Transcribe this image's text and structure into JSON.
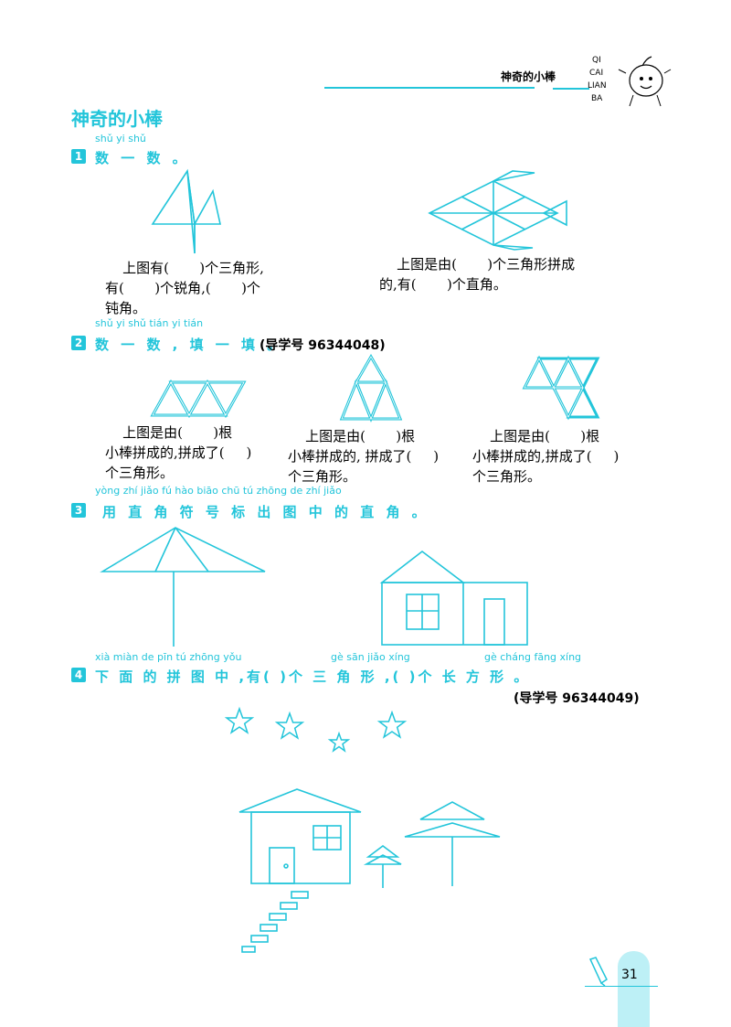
{
  "header": {
    "title": "神奇的小棒",
    "logo_lines": [
      "QI",
      "CAI",
      "LIAN",
      "BA"
    ]
  },
  "section_title": "神奇的小棒",
  "questions": [
    {
      "num": "1",
      "pinyin": "shǔ yi shǔ",
      "text": "数 一 数 。",
      "left_text": "    上图有(       )个三角形,\n有(       )个锐角,(       )个\n钝角。",
      "right_text": "    上图是由(       )个三角形拼成\n的,有(       )个直角。"
    },
    {
      "num": "2",
      "pinyin": "shǔ yi shǔ   tián yi tián",
      "text": "数 一 数 , 填 一 填 。",
      "ref": "(导学号    96344048)",
      "col1": "    上图是由(       )根\n小棒拼成的,拼成了(     )\n个三角形。",
      "col2": "    上图是由(       )根\n小棒拼成的, 拼成了(     )\n个三角形。",
      "col3": "    上图是由(       )根\n小棒拼成的,拼成了(     )\n个三角形。"
    },
    {
      "num": "3",
      "pinyin": "yòng zhí jiǎo  fú  hào biāo chū  tú  zhōng  de zhí jiǎo",
      "text": "用 直 角 符 号 标 出 图  中  的 直 角 。"
    },
    {
      "num": "4",
      "pinyin_a": "xià miàn de pīn  tú  zhōng   yǒu",
      "pinyin_b": "gè sān jiǎo xíng",
      "pinyin_c": "gè cháng fāng xíng",
      "text": "下 面 的 拼 图  中  ,有(         )个 三 角  形 ,(        )个  长  方  形 。",
      "ref": "(导学号    96344049)"
    }
  ],
  "page_number": "31",
  "colors": {
    "accent": "#23c5da",
    "tab": "#bdf0f6"
  }
}
